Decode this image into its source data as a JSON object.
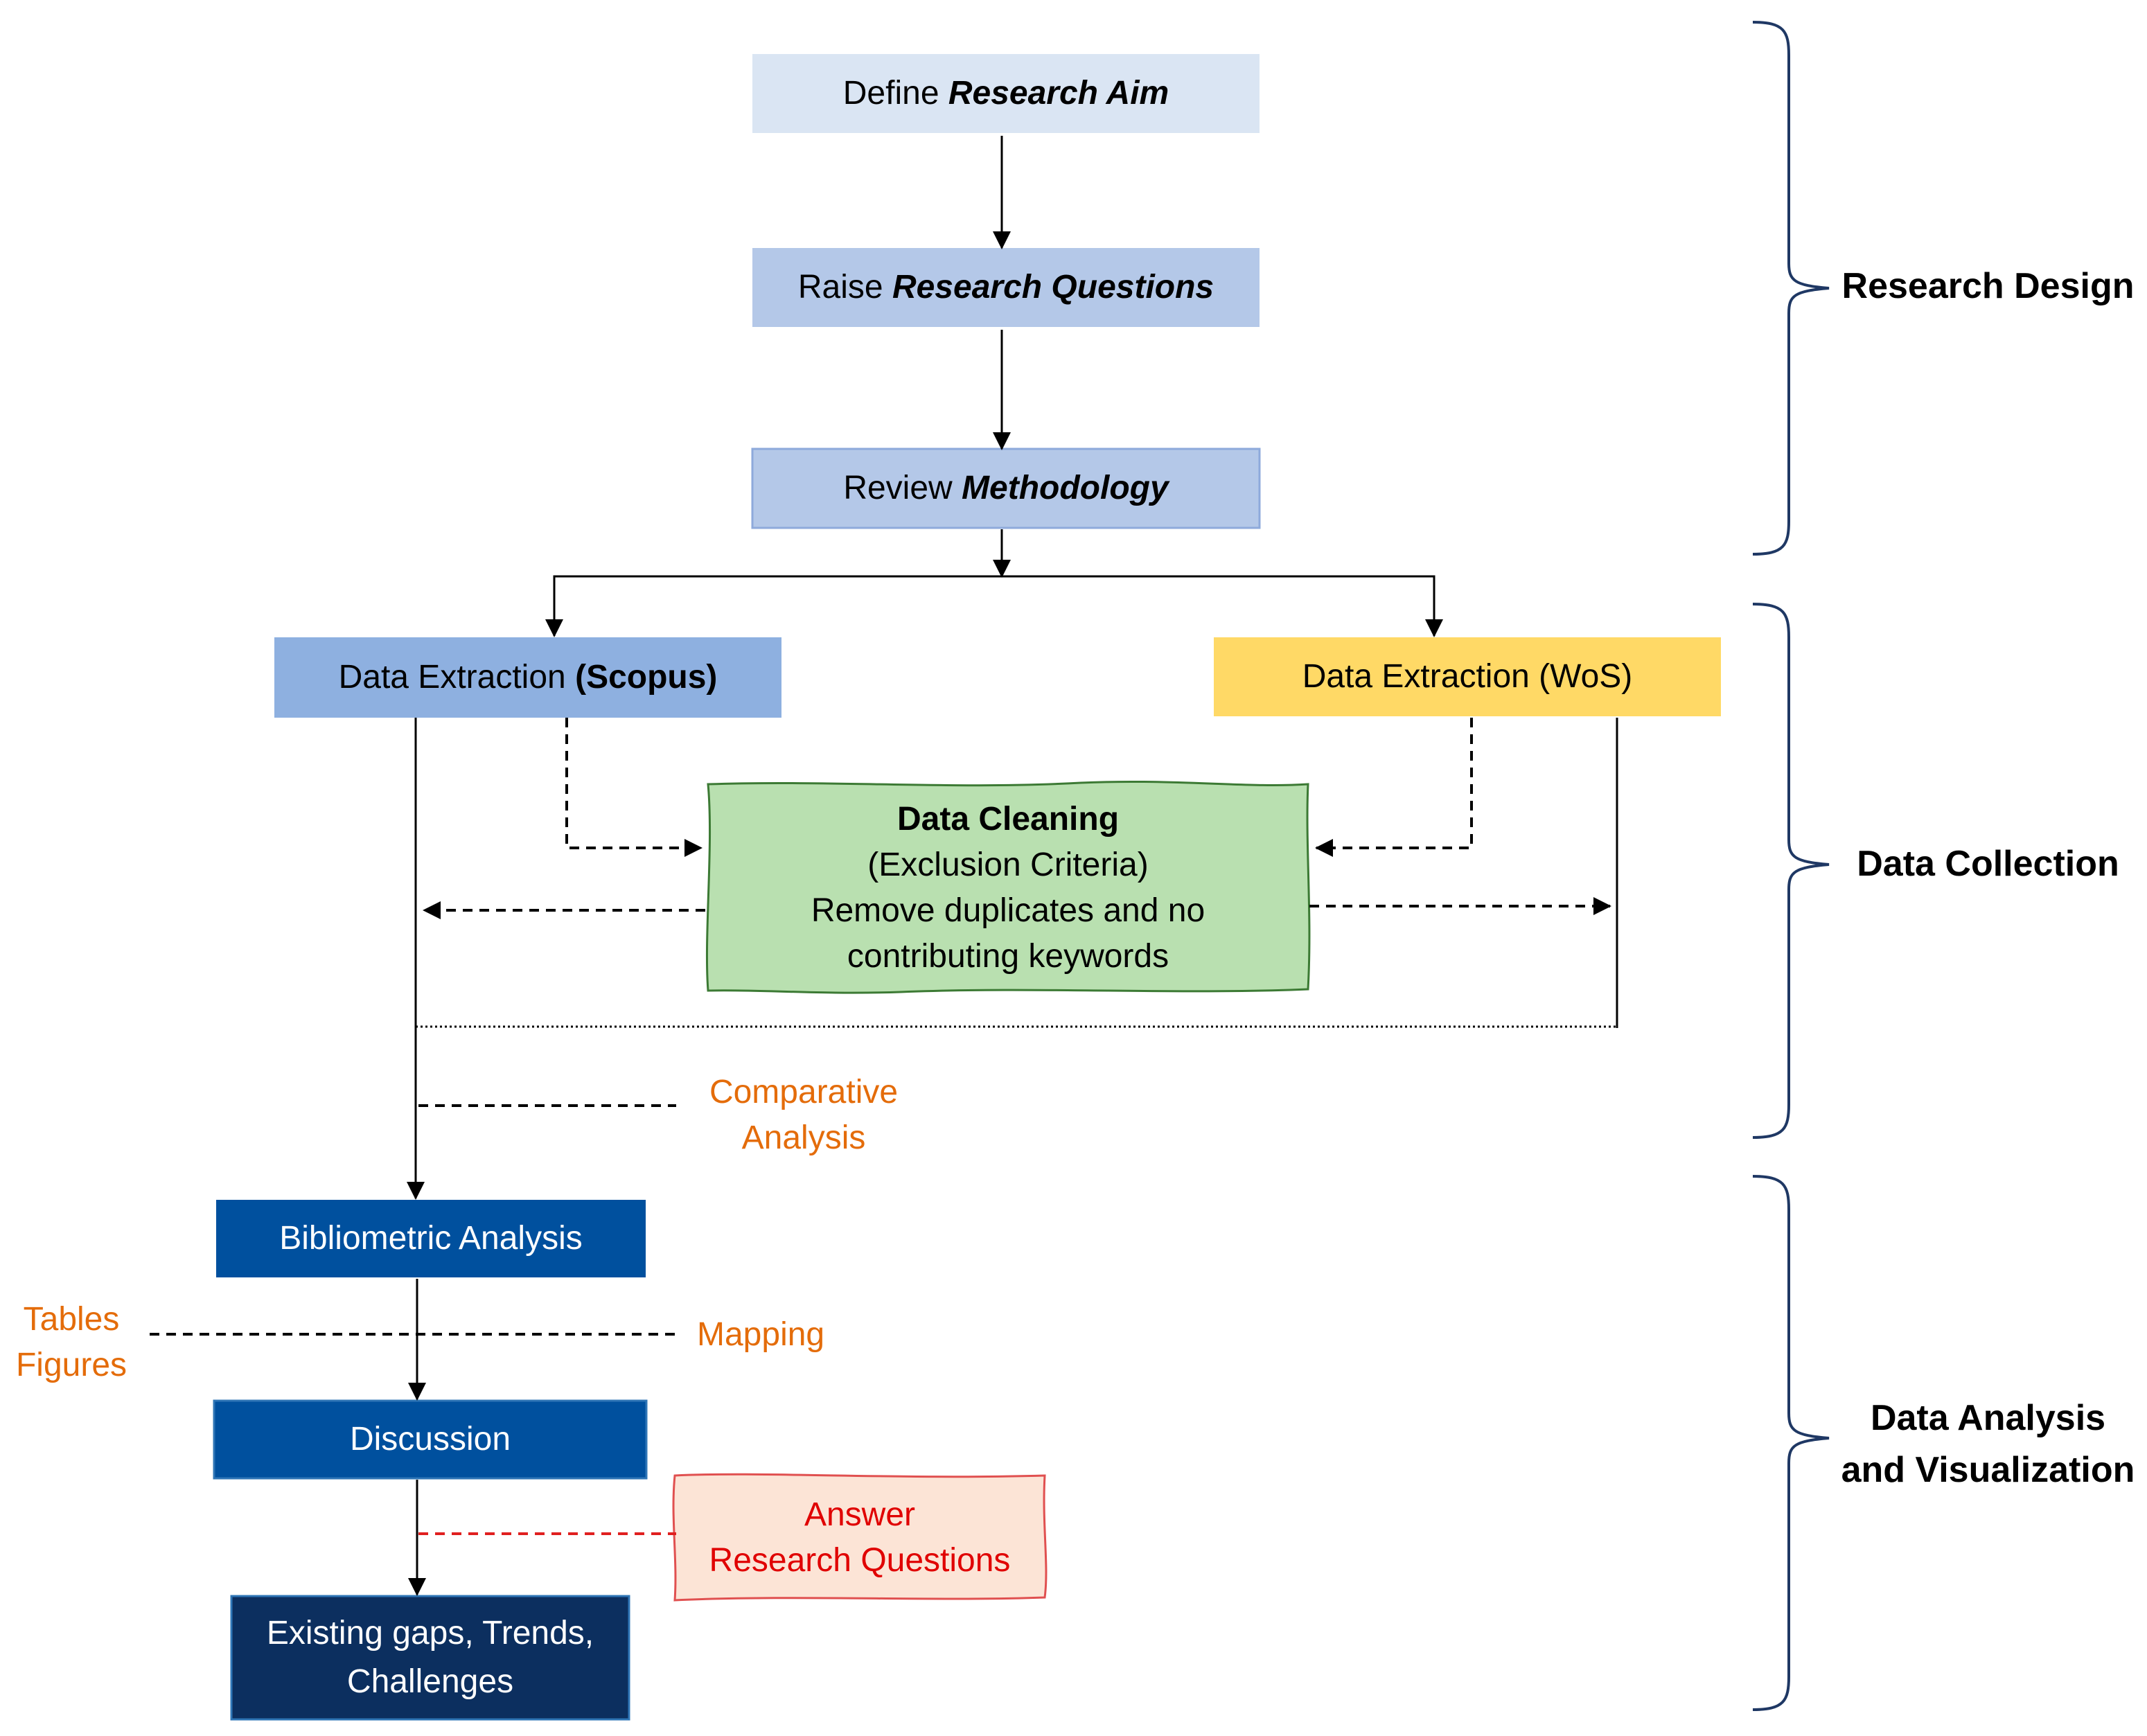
{
  "steps": {
    "aim": {
      "prefix": "Define",
      "emph": "Research Aim"
    },
    "questions": {
      "prefix": "Raise",
      "emph": "Research Questions"
    },
    "methodology": {
      "prefix": "Review",
      "emph": "Methodology"
    },
    "scopus": {
      "prefix": "Data Extraction",
      "emph": "(Scopus)"
    },
    "wos": {
      "label": "Data Extraction (WoS)"
    },
    "cleaning": {
      "title": "Data Cleaning",
      "subtitle": "(Exclusion Criteria)",
      "line1": "Remove duplicates and no",
      "line2": "contributing keywords"
    },
    "bibliometric": {
      "label": "Bibliometric Analysis"
    },
    "discussion": {
      "label": "Discussion"
    },
    "gaps": {
      "line1": "Existing gaps, Trends,",
      "line2": "Challenges"
    }
  },
  "annotations": {
    "comparative": {
      "line1": "Comparative",
      "line2": "Analysis"
    },
    "tables_figures": {
      "line1": "Tables",
      "line2": "Figures"
    },
    "mapping": "Mapping",
    "answer": {
      "line1": "Answer",
      "line2": "Research Questions"
    }
  },
  "phases": {
    "design": "Research Design",
    "collection": "Data Collection",
    "analysis": {
      "line1": "Data Analysis",
      "line2": "and Visualization"
    }
  },
  "colors": {
    "aim_fill": "#DAE5F3",
    "light_blue_fill": "#B4C8E8",
    "scopus_fill": "#8EB0E0",
    "wos_fill": "#FFD966",
    "cleaning_fill": "#B9E0B0",
    "cleaning_border": "#3C7A34",
    "dark_blue_fill": "#00509E",
    "navy_fill": "#0C2F5F",
    "answer_fill": "#FCE4D6",
    "orange_text": "#E46C0A",
    "red_text": "#E00000",
    "brace": "#1F3864"
  }
}
